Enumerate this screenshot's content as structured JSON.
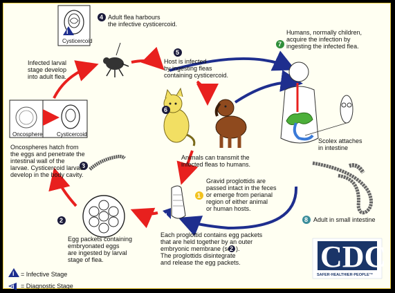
{
  "labels": {
    "infective_line1": "Infective Stage",
    "infective_line2": "Diagnostic Stage",
    "cysticercoid_top": "Cysticercoid",
    "oncosphere": "Oncosphere",
    "cysticercoid_box": "Cysticercoid"
  },
  "steps": {
    "s1": {
      "num": "1",
      "lines": [
        "Gravid proglottids are",
        "passed intact in the feces",
        "or emerge from perianal",
        "region of either animal",
        "or human hosts."
      ]
    },
    "s2": {
      "num": "2",
      "lines": [
        "Egg packets containing",
        "embryonated eggs",
        "are ingested by larval",
        "stage of flea."
      ]
    },
    "s3": {
      "num": "3",
      "lines": [
        "Oncospheres hatch from",
        "the eggs and penetrate the",
        "intestinal wall of the",
        "larvae. Cysticercoid larvae",
        "develop in the body cavity."
      ]
    },
    "s4": {
      "num": "4",
      "lines": [
        "Adult flea harbours",
        "the infective cysticercoid."
      ]
    },
    "s5": {
      "num": "5",
      "lines": [
        "Host is infected",
        "by ingesting fleas",
        "containing cysticercoid."
      ]
    },
    "s6": {
      "num": "6",
      "lines": [
        "Animals can transmit the",
        "infected fleas to humans."
      ]
    },
    "s7": {
      "num": "7",
      "lines": [
        "Humans, normally children,",
        "acquire the infection by",
        "ingesting the infected flea."
      ]
    },
    "s8": {
      "num": "8",
      "text": "Adult in small intestine"
    },
    "sd": {
      "lines": [
        "Each proglottid contains egg packets",
        "that are held together by an outer",
        "embryonic membrane (see",
        "The proglottids disintegrate",
        "and release the egg packets."
      ]
    }
  },
  "extra": {
    "larval_flea": [
      "Infected larval",
      "stage develop",
      "into adult flea."
    ],
    "scolex": [
      "Scolex attaches",
      "in intestine"
    ]
  },
  "legend": {
    "i_letter": "i",
    "d_letter": "d",
    "infective": "= Infective Stage",
    "diagnostic": "= Diagnostic Stage"
  },
  "logo": {
    "text": "CDC",
    "tagline": "SAFER·HEALTHIER·PEOPLE™"
  },
  "colors": {
    "red_arrow": "#e8201e",
    "blue_arrow": "#1e2e8e",
    "step_badge": "#1a1a3a",
    "yellow_badge": "#f2c21e",
    "green_badge": "#2f8f3a",
    "teal_badge": "#3a8d9a",
    "cdc_blue": "#1a3568"
  }
}
